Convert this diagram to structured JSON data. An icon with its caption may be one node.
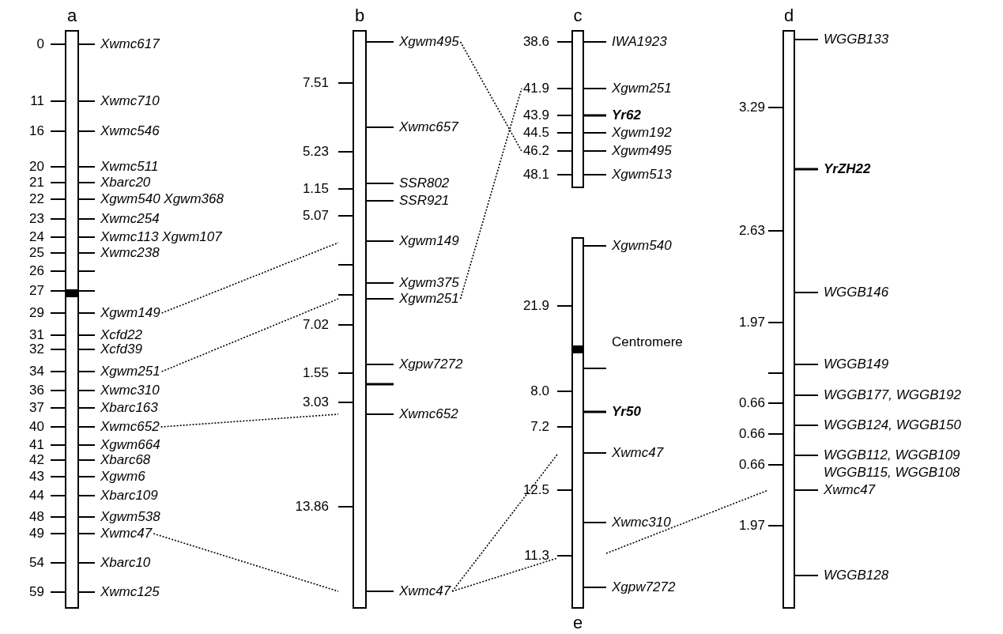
{
  "diagram": {
    "nodes": [
      {
        "text": [
          "a"
        ]
      },
      {
        "text": [
          "b"
        ]
      },
      {
        "text": [
          "c"
        ]
      },
      {
        "text": [
          "d"
        ]
      },
      {
        "text": [
          "e"
        ]
      },
      {
        "text": [
          "Xgwm149"
        ]
      },
      {
        "text": [
          "Xgwm251"
        ]
      },
      {
        "text": [
          "Xwmc652"
        ]
      },
      {
        "text": [
          "Xwmc47"
        ]
      },
      {
        "text": [
          "Xgwm495"
        ]
      },
      {
        "text": [
          "Xgwm251"
        ]
      },
      {
        "text": [
          "Xwmc47"
        ]
      },
      {
        "text": [
          "41.9"
        ]
      },
      {
        "text": [
          "46.2"
        ]
      }
    ],
    "edges": [
      {
        "from": 5,
        "to": 1,
        "arrow": "none",
        "style": "dashed"
      },
      {
        "from": 6,
        "to": 1,
        "arrow": "none",
        "style": "dashed"
      },
      {
        "from": 7,
        "to": 1,
        "arrow": "none",
        "style": "dashed"
      },
      {
        "from": 8,
        "to": 1,
        "arrow": "none",
        "style": "dashed"
      },
      {
        "from": 9,
        "to": 13,
        "arrow": "none",
        "style": "dashed"
      },
      {
        "from": 10,
        "to": 12,
        "arrow": "none",
        "style": "dashed"
      },
      {
        "from": 11,
        "to": 4,
        "arrow": "none",
        "style": "dashed"
      },
      {
        "from": 11,
        "to": 4,
        "arrow": "none",
        "style": "dashed"
      },
      {
        "from": 4,
        "to": 3,
        "arrow": "none",
        "style": "dashed"
      }
    ],
    "labels": [
      "0",
      "Xwmc617",
      "11",
      "Xwmc710",
      "16",
      "Xwmc546",
      "20",
      "Xwmc511",
      "21",
      "Xbarc20",
      "22",
      "Xgwm540 Xgwm368",
      "23",
      "Xwmc254",
      "24",
      "Xwmc113 Xgwm107",
      "25",
      "Xwmc238",
      "26",
      "27",
      "29",
      "31",
      "Xcfd22",
      "32",
      "Xcfd39",
      "34",
      "36",
      "Xwmc310",
      "37",
      "Xbarc163",
      "40",
      "41",
      "Xgwm664",
      "42",
      "Xbarc68",
      "43",
      "Xgwm6",
      "44",
      "Xbarc109",
      "48",
      "Xgwm538",
      "49",
      "54",
      "Xbarc10",
      "59",
      "Xwmc125",
      "7.51",
      "Xwmc657",
      "5.23",
      "SSR802",
      "1.15",
      "SSR921",
      "5.07",
      "Xgwm149",
      "Xgwm375",
      "7.02",
      "Xgpw7272",
      "1.55",
      "3.03",
      "Xwmc652",
      "13.86",
      "38.6",
      "IWA1923",
      "Xgwm251",
      "43.9",
      "Yr62",
      "44.5",
      "Xgwm192",
      "Xgwm495",
      "48.1",
      "Xgwm513",
      "WGGB133",
      "3.29",
      "YrZH22",
      "2.63",
      "WGGB146",
      "1.97",
      "WGGB149",
      "WGGB177, WGGB192",
      "0.66",
      "WGGB124, WGGB150",
      "0.66",
      "WGGB112, WGGB109",
      "0.66",
      "WGGB115, WGGB108",
      "Xwmc47",
      "1.97",
      "WGGB128",
      "Xgwm540",
      "21.9",
      "Centromere",
      "8.0",
      "Yr50",
      "7.2",
      "Xwmc47",
      "12.5",
      "Xwmc310",
      "11.3",
      "Xgpw7272"
    ]
  }
}
